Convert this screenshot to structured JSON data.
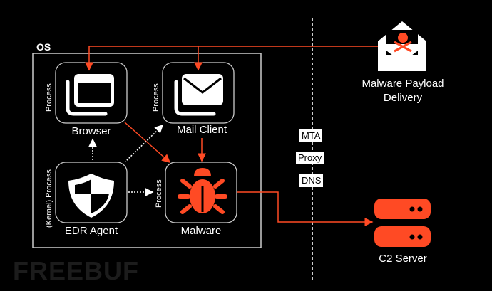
{
  "os_label": "OS",
  "nodes": {
    "browser": {
      "label": "Browser",
      "role": "Process",
      "icon": "browser-windows-icon"
    },
    "mail_client": {
      "label": "Mail Client",
      "role": "Process",
      "icon": "envelope-icon"
    },
    "edr_agent": {
      "label": "EDR Agent",
      "role": "(Kernel) Process",
      "icon": "shield-icon"
    },
    "malware": {
      "label": "Malware",
      "role": "Process",
      "icon": "bug-icon"
    },
    "payload": {
      "label_line1": "Malware Payload",
      "label_line2": "Delivery",
      "icon": "skull-envelope-icon"
    },
    "c2": {
      "label": "C2 Server",
      "icon": "server-icon"
    }
  },
  "boundary_tags": [
    "MTA",
    "Proxy",
    "DNS"
  ],
  "watermark": "FREEBUF",
  "colors": {
    "accent": "#ff4a24",
    "line": "#ffffff",
    "background": "#000000"
  }
}
